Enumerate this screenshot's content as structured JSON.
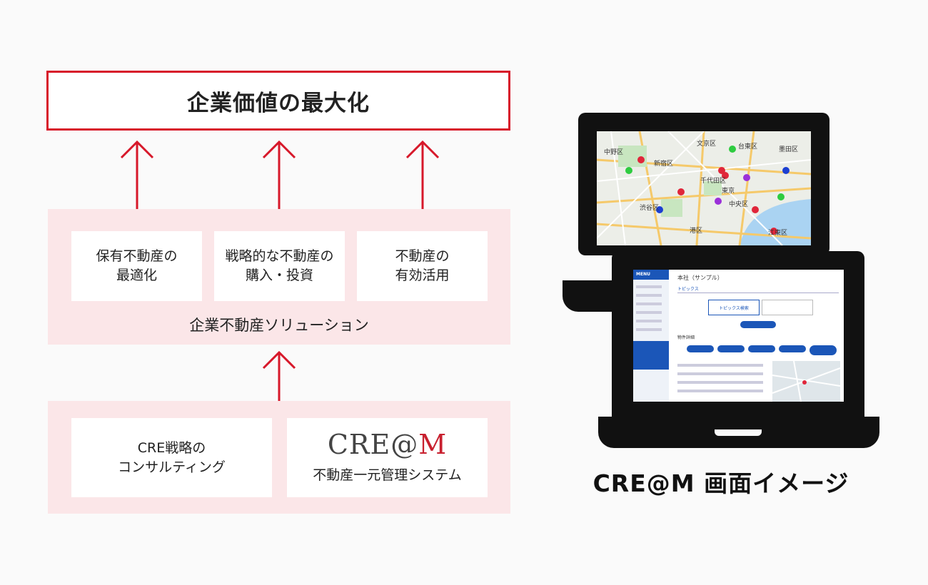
{
  "goal": {
    "label": "企業価値の最大化"
  },
  "solution": {
    "caption": "企業不動産ソリューション",
    "cards": [
      {
        "label": "保有不動産の\n最適化"
      },
      {
        "label": "戦略的な不動産の\n購入・投資"
      },
      {
        "label": "不動産の\n有効活用"
      }
    ]
  },
  "base": {
    "consulting": {
      "label": "CRE戦略の\nコンサルティング"
    },
    "system": {
      "logo_main": "CRE@",
      "logo_accent": "M",
      "label": "不動産一元管理システム"
    }
  },
  "device": {
    "caption": "CRE@M 画面イメージ",
    "map_labels": [
      "中野区",
      "新宿区",
      "文京区",
      "台東区",
      "墨田区",
      "千代田区",
      "東京",
      "渋谷区",
      "中央区",
      "港区",
      "江東区"
    ],
    "app": {
      "menu": "MENU",
      "title": "本社（サンプル）",
      "topics": "トピックス",
      "topic_search": "トピックス検索",
      "property_detail": "物件詳細"
    }
  },
  "colors": {
    "accent": "#d7182a",
    "group_bg": "#fbe6e8"
  }
}
